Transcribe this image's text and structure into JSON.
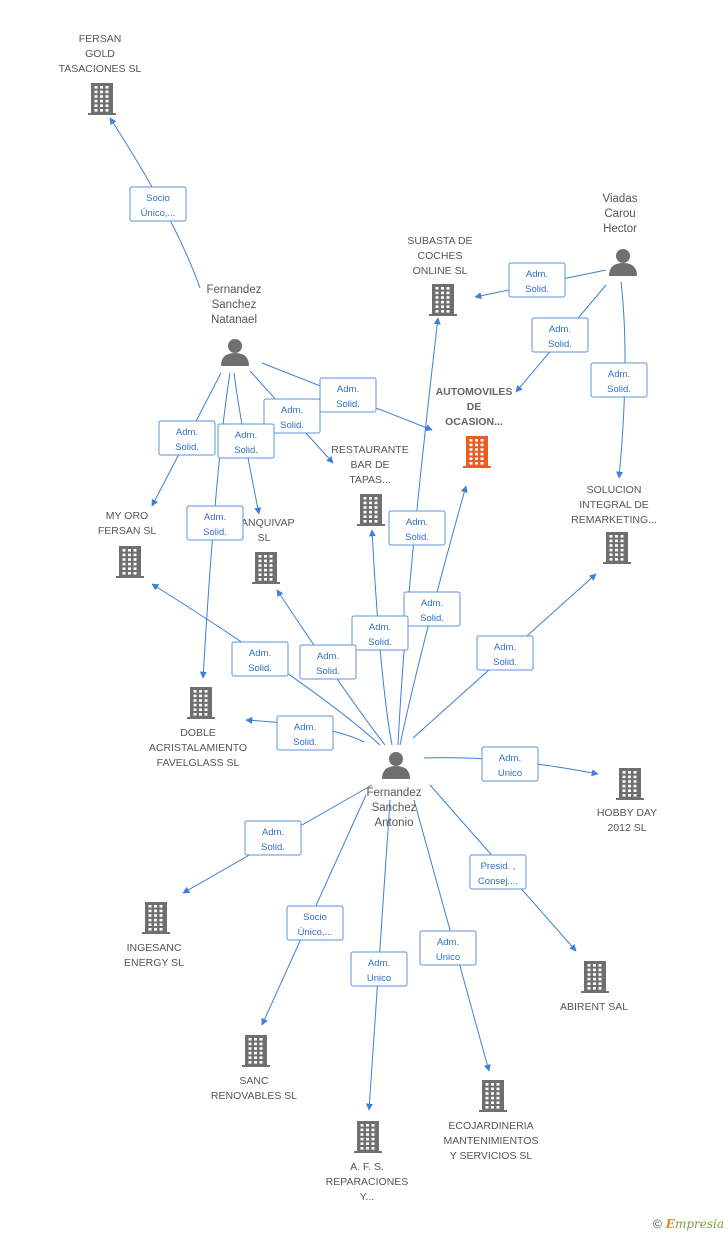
{
  "colors": {
    "edge": "#3d7fd9",
    "building": "#6f6f6f",
    "focus": "#ee5a24",
    "person": "#6f6f6f"
  },
  "nodes": [
    {
      "id": "fersan_gold",
      "kind": "company",
      "lines": [
        "FERSAN",
        "GOLD",
        "TASACIONES SL"
      ]
    },
    {
      "id": "subasta",
      "kind": "company",
      "lines": [
        "SUBASTA DE",
        "COCHES",
        "ONLINE  SL"
      ]
    },
    {
      "id": "automoviles",
      "kind": "focus",
      "lines": [
        "AUTOMOVILES",
        "DE",
        "OCASION..."
      ]
    },
    {
      "id": "restaurante",
      "kind": "company",
      "lines": [
        "RESTAURANTE",
        "BAR DE",
        "TAPAS..."
      ]
    },
    {
      "id": "my_oro",
      "kind": "company",
      "lines": [
        "MY ORO",
        "FERSAN SL"
      ]
    },
    {
      "id": "ranquivap",
      "kind": "company",
      "lines": [
        "RANQUIVAP",
        "SL"
      ]
    },
    {
      "id": "solucion",
      "kind": "company",
      "lines": [
        "SOLUCION",
        "INTEGRAL DE",
        "REMARKETING..."
      ]
    },
    {
      "id": "doble",
      "kind": "company",
      "lines": [
        "DOBLE",
        "ACRISTALAMIENTO",
        "FAVELGLASS SL"
      ]
    },
    {
      "id": "hobby",
      "kind": "company",
      "lines": [
        "HOBBY DAY",
        "2012 SL"
      ]
    },
    {
      "id": "ingesanc",
      "kind": "company",
      "lines": [
        "INGESANC",
        "ENERGY SL"
      ]
    },
    {
      "id": "abirent",
      "kind": "company",
      "lines": [
        "ABIRENT SAL"
      ]
    },
    {
      "id": "sanc",
      "kind": "company",
      "lines": [
        "SANC",
        "RENOVABLES SL"
      ]
    },
    {
      "id": "ecojardineria",
      "kind": "company",
      "lines": [
        "ECOJARDINERIA",
        "MANTENIMIENTOS",
        "Y SERVICIOS SL"
      ]
    },
    {
      "id": "afs",
      "kind": "company",
      "lines": [
        "A.  F. S.",
        "REPARACIONES",
        "Y..."
      ]
    },
    {
      "id": "natanael",
      "kind": "person",
      "lines": [
        "Fernandez",
        "Sanchez",
        "Natanael"
      ]
    },
    {
      "id": "viadas",
      "kind": "person",
      "lines": [
        "Viadas",
        "Carou",
        "Hector"
      ]
    },
    {
      "id": "antonio",
      "kind": "person",
      "lines": [
        "Fernandez",
        "Sanchez",
        "Antonio"
      ]
    }
  ],
  "edges": [
    {
      "from": "natanael",
      "to": "fersan_gold",
      "label": [
        "Socio",
        "Único,..."
      ]
    },
    {
      "from": "viadas",
      "to": "subasta",
      "label": [
        "Adm.",
        "Solid."
      ]
    },
    {
      "from": "viadas",
      "to": "automoviles",
      "label": [
        "Adm.",
        "Solid."
      ]
    },
    {
      "from": "viadas",
      "to": "solucion",
      "label": [
        "Adm.",
        "Solid."
      ]
    },
    {
      "from": "natanael",
      "to": "automoviles",
      "label": [
        "Adm.",
        "Solid."
      ]
    },
    {
      "from": "natanael",
      "to": "restaurante",
      "label": [
        "Adm.",
        "Solid."
      ]
    },
    {
      "from": "natanael",
      "to": "my_oro",
      "label": [
        "Adm.",
        "Solid."
      ]
    },
    {
      "from": "natanael",
      "to": "ranquivap",
      "label": [
        "Adm.",
        "Solid."
      ]
    },
    {
      "from": "natanael",
      "to": "doble",
      "label": [
        "Adm.",
        "Solid."
      ]
    },
    {
      "from": "antonio",
      "to": "subasta",
      "label": [
        "Adm.",
        "Solid."
      ]
    },
    {
      "from": "antonio",
      "to": "automoviles",
      "label": [
        "Adm.",
        "Solid."
      ]
    },
    {
      "from": "antonio",
      "to": "restaurante",
      "label": [
        "Adm.",
        "Solid."
      ]
    },
    {
      "from": "antonio",
      "to": "ranquivap",
      "label": [
        "Adm.",
        "Solid."
      ]
    },
    {
      "from": "antonio",
      "to": "my_oro",
      "label": [
        "Adm.",
        "Solid."
      ]
    },
    {
      "from": "antonio",
      "to": "doble",
      "label": [
        "Adm.",
        "Solid."
      ]
    },
    {
      "from": "antonio",
      "to": "solucion",
      "label": [
        "Adm.",
        "Solid."
      ]
    },
    {
      "from": "antonio",
      "to": "hobby",
      "label": [
        "Adm.",
        "Unico"
      ]
    },
    {
      "from": "antonio",
      "to": "ingesanc",
      "label": [
        "Adm.",
        "Solid."
      ]
    },
    {
      "from": "antonio",
      "to": "abirent",
      "label": [
        "Presid. ,",
        "Consej...."
      ]
    },
    {
      "from": "antonio",
      "to": "sanc",
      "label": [
        "Socio",
        "Único,..."
      ]
    },
    {
      "from": "antonio",
      "to": "ecojardineria",
      "label": [
        "Adm.",
        "Unico"
      ]
    },
    {
      "from": "antonio",
      "to": "afs",
      "label": [
        "Adm.",
        "Unico"
      ]
    }
  ],
  "footer": {
    "copyright": "©",
    "brand_initial": "E",
    "brand_rest": "mpresia"
  }
}
